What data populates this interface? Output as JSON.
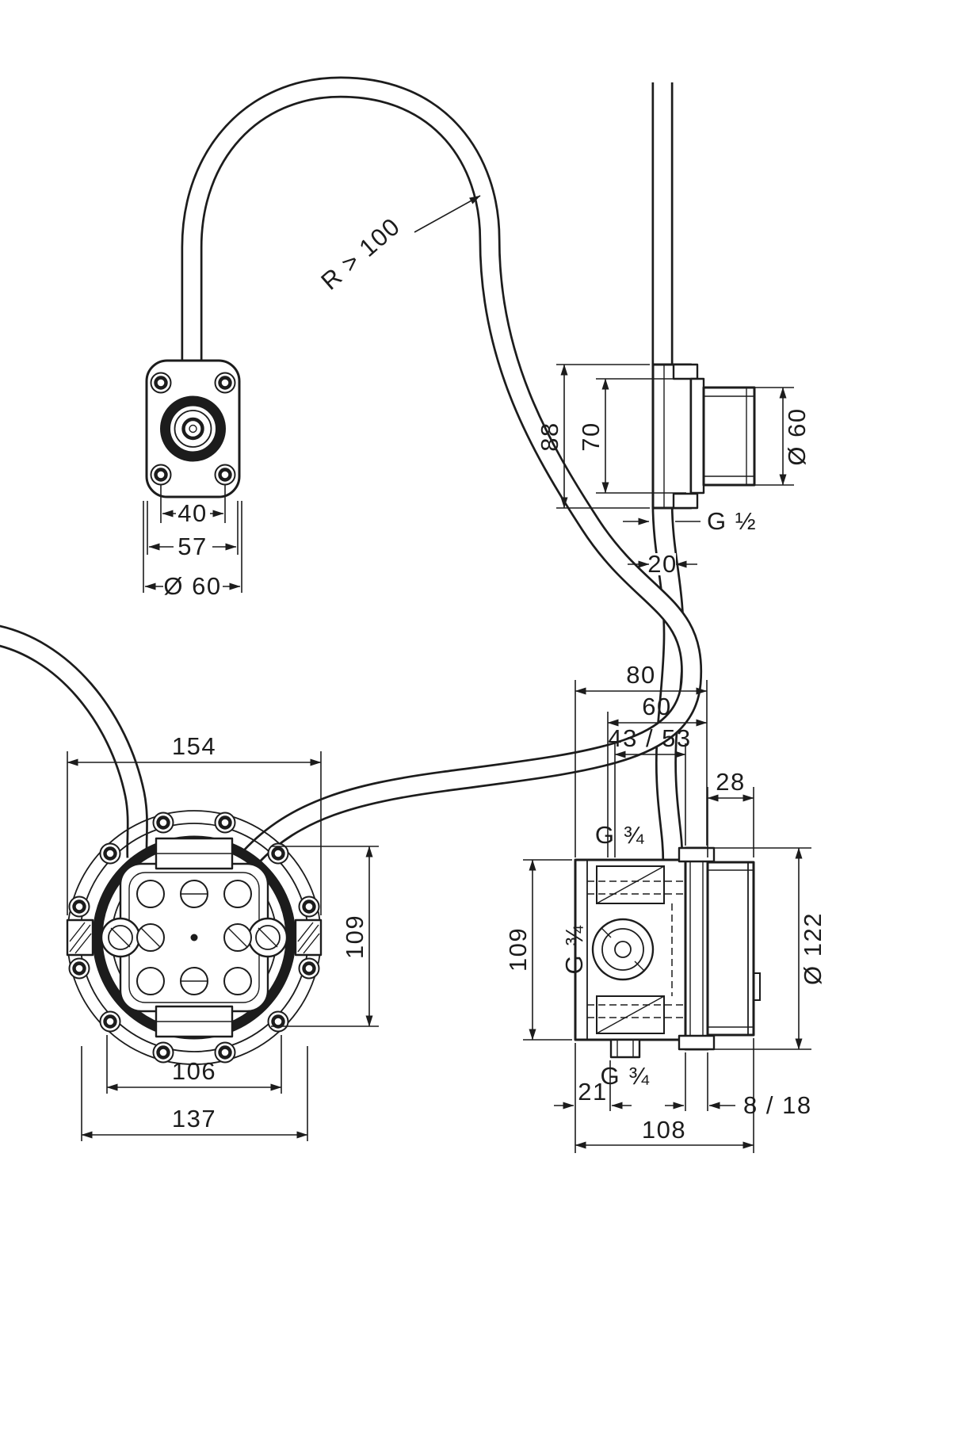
{
  "page": {
    "background": "#ffffff",
    "line_color": "#1c1c1c"
  },
  "drawing": {
    "hose": {
      "radius_note": "R > 100"
    },
    "top_front_view": {
      "bolt_spacing": "40",
      "plate_width": "57",
      "diameter": "Ø 60"
    },
    "top_side_view": {
      "total_height": "88",
      "body_height": "70",
      "diameter": "Ø 60",
      "thread": "G ½",
      "pipe_od": "20"
    },
    "bottom_front_view": {
      "overall_width": "154",
      "body_height": "109",
      "inner_width": "106",
      "flange_width": "137"
    },
    "bottom_side_view": {
      "body_depth": "80",
      "depth_60": "60",
      "depth_43_53": "43 / 53",
      "cap_depth": "28",
      "thread_top": "G ¾",
      "body_height": "109",
      "thread_middle": "G ¾",
      "diameter": "Ø 122",
      "thread_bottom": "G ¾",
      "offset_21": "21",
      "plate_depth": "8 / 18",
      "total_depth": "108"
    }
  }
}
